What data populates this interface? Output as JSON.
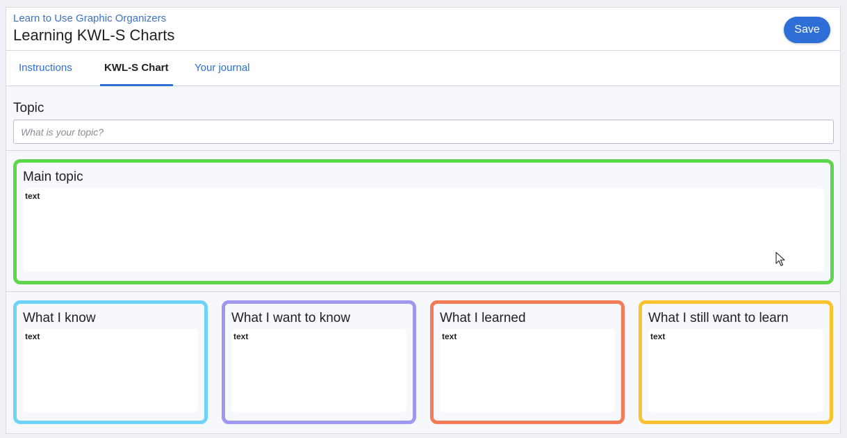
{
  "header": {
    "breadcrumb": "Learn to Use Graphic Organizers",
    "title": "Learning KWL-S Charts",
    "save_label": "Save"
  },
  "tabs": [
    {
      "label": "Instructions",
      "active": false
    },
    {
      "label": "KWL-S Chart",
      "active": true
    },
    {
      "label": "Your journal",
      "active": false
    }
  ],
  "topic": {
    "label": "Topic",
    "placeholder": "What is your topic?",
    "value": ""
  },
  "main_topic": {
    "title": "Main topic",
    "text": "text",
    "border_color": "#5cd64a"
  },
  "columns": [
    {
      "title": "What I know",
      "text": "text",
      "border_color": "#6fd3f7"
    },
    {
      "title": "What I want to know",
      "text": "text",
      "border_color": "#9e98ef"
    },
    {
      "title": "What I learned",
      "text": "text",
      "border_color": "#f37c57"
    },
    {
      "title": "What I still want to learn",
      "text": "text",
      "border_color": "#fac22f"
    }
  ],
  "colors": {
    "accent": "#2d6fd6",
    "link": "#3c72c8"
  },
  "icons": {
    "cursor": "mouse-pointer-icon"
  }
}
